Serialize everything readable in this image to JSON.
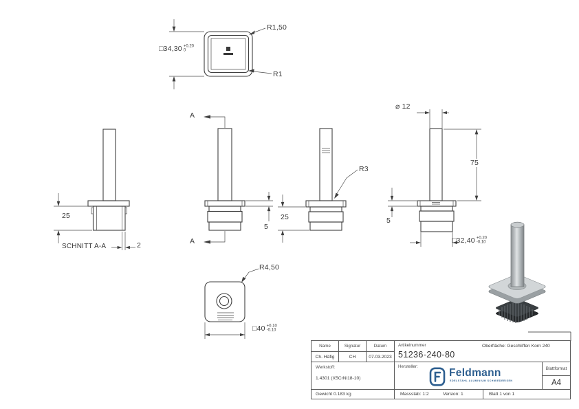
{
  "colors": {
    "line": "#3f3f3f",
    "brand_blue": "#2e5f90",
    "knurl_dark": "#1a1a1a",
    "render_gray": "#c9cdcf"
  },
  "drawing": {
    "top_view": {
      "size": "□34,30",
      "tol_up": "+0.20",
      "tol_dn": "0",
      "r_outer": "R1,50",
      "r_inner": "R1"
    },
    "section": {
      "label": "SCHNITT A-A",
      "marker": "A",
      "height": "25",
      "wall": "2"
    },
    "front": {
      "flange_h": "5"
    },
    "side": {
      "fillet": "R3",
      "height": "25"
    },
    "dims": {
      "diameter": "⌀ 12",
      "length": "75",
      "flange_h": "5",
      "size": "□32,40",
      "tol_up": "+0.20",
      "tol_dn": "-0.10"
    },
    "bottom_view": {
      "corner": "R4,50",
      "size": "□40",
      "tol_up": "+0.10",
      "tol_dn": "-0.10"
    }
  },
  "title_block": {
    "name_label": "Name",
    "signature_label": "Signatur",
    "date_label": "Datum",
    "name": "Ch. Häfig",
    "signature": "CH",
    "date": "07.03.2023",
    "article_label": "Artikelnummer",
    "article_number": "51236-240-80",
    "surface": "Oberfläche:  Geschliffen Korn 240",
    "material_label": "Werkstoff:",
    "material": "1.4301 (X5CrNi18-10)",
    "weight": "Gewicht 0.183 kg",
    "manufacturer_label": "Hersteller:",
    "brand_name": "Feldmann",
    "brand_tagline": "EDELSTAHL ALUMINIUM SCHMIEDEEISEN",
    "sheet_format_label": "Blattformat",
    "sheet_format": "A4",
    "scale": "Massstab: 1:2",
    "version": "Version: 1",
    "sheet": "Blatt 1 von 1"
  }
}
